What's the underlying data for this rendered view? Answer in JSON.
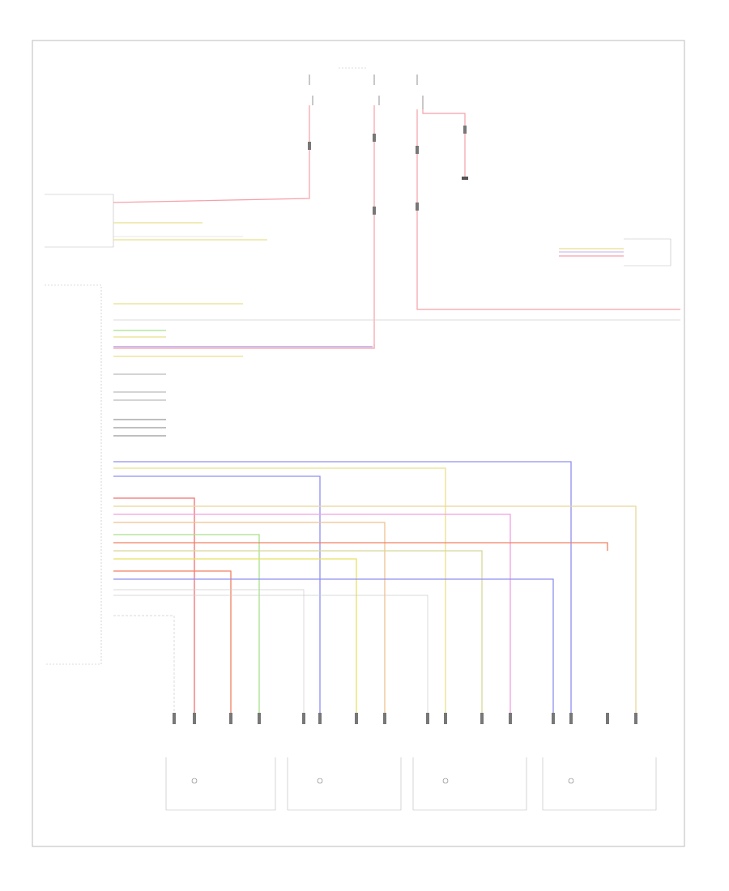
{
  "page_id": "",
  "top_connectors": {
    "left": {
      "line1": "",
      "line2": ""
    },
    "right": {
      "line1": "",
      "line2": ""
    },
    "right_note": [
      "",
      "",
      "",
      ""
    ]
  },
  "fuses": [
    {
      "id": "fuse-1",
      "label": "",
      "rating": ""
    },
    {
      "id": "fuse-2",
      "label": "",
      "rating": ""
    },
    {
      "id": "fuse-3",
      "label": "",
      "rating": ""
    }
  ],
  "ground_top": [
    "",
    "",
    ""
  ],
  "switch_module": {
    "pins": [
      "",
      "",
      ""
    ],
    "name": [
      "",
      ""
    ]
  },
  "control_module": {
    "name": [
      "",
      "",
      "",
      ""
    ]
  },
  "left_panel_right": {
    "name": [
      "",
      "",
      ""
    ]
  },
  "sensors": [
    {
      "id": "sensor-1",
      "motor": "",
      "hall": "",
      "caption": [
        "",
        "",
        ""
      ]
    },
    {
      "id": "sensor-2",
      "motor": "",
      "hall": "",
      "caption": [
        "",
        "",
        ""
      ]
    },
    {
      "id": "sensor-3",
      "motor": "",
      "hall": "",
      "caption": [
        "",
        "",
        ""
      ]
    },
    {
      "id": "sensor-4",
      "motor": "",
      "hall": "",
      "caption": [
        "",
        "",
        "",
        ""
      ]
    }
  ],
  "wire_colors": {
    "red": "#f5a0a8",
    "yellow": "#e8e08a",
    "green": "#a8e08a",
    "purple": "#b090e0",
    "blue": "#8f8ff0",
    "orange": "#f0a080",
    "pink": "#f0a0e0",
    "olive": "#d8d898",
    "gray": "#bbbbbb"
  }
}
